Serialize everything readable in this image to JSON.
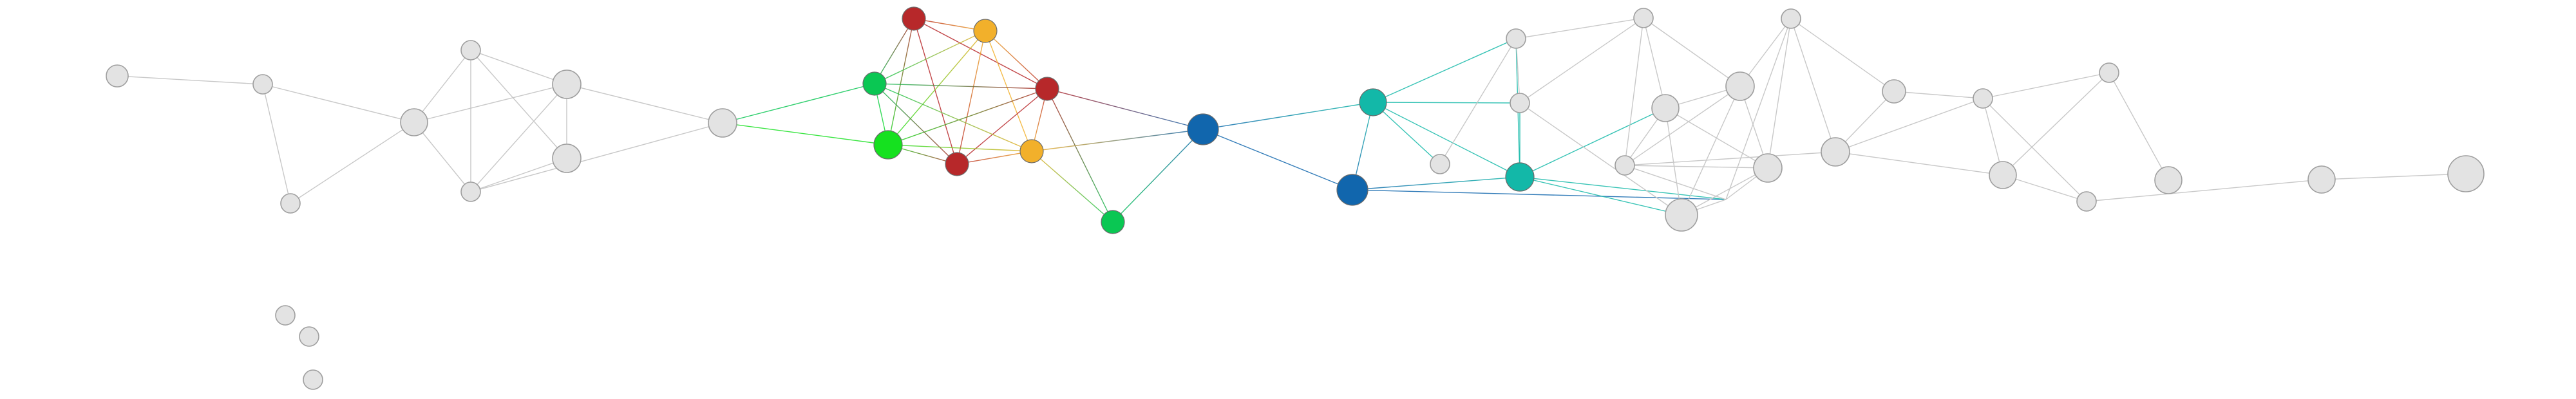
{
  "colors": {
    "default_node": "#e3e3e3",
    "default_edge": "#c8c8c8",
    "red": "#b7282a",
    "yellow": "#f2b02b",
    "green": "#0ac753",
    "bright_green": "#15e11f",
    "blue": "#1166ad",
    "teal": "#13b8a8"
  },
  "nodes": [
    {
      "id": "n1",
      "color": "default_node"
    },
    {
      "id": "n2",
      "color": "default_node"
    },
    {
      "id": "n3",
      "color": "default_node"
    },
    {
      "id": "n4",
      "color": "default_node"
    },
    {
      "id": "n5",
      "color": "default_node"
    },
    {
      "id": "n6",
      "color": "default_node"
    },
    {
      "id": "n7",
      "color": "default_node"
    },
    {
      "id": "n8",
      "color": "default_node"
    },
    {
      "id": "n9",
      "color": "default_node"
    },
    {
      "id": "r1",
      "color": "red"
    },
    {
      "id": "y1",
      "color": "yellow"
    },
    {
      "id": "g1",
      "color": "green"
    },
    {
      "id": "r2",
      "color": "red"
    },
    {
      "id": "bg1",
      "color": "bright_green"
    },
    {
      "id": "r3",
      "color": "red"
    },
    {
      "id": "y2",
      "color": "yellow"
    },
    {
      "id": "g2",
      "color": "green"
    },
    {
      "id": "b1",
      "color": "blue"
    },
    {
      "id": "b2",
      "color": "blue"
    },
    {
      "id": "t1",
      "color": "teal"
    },
    {
      "id": "t2",
      "color": "teal"
    },
    {
      "id": "m1",
      "color": "default_node"
    },
    {
      "id": "m2",
      "color": "default_node"
    },
    {
      "id": "m3",
      "color": "default_node"
    },
    {
      "id": "m4",
      "color": "default_node"
    },
    {
      "id": "m5",
      "color": "default_node"
    },
    {
      "id": "m6",
      "color": "default_node"
    },
    {
      "id": "m7",
      "color": "default_node"
    },
    {
      "id": "m8",
      "color": "default_node"
    },
    {
      "id": "m9",
      "color": "default_node"
    },
    {
      "id": "m10",
      "color": "default_node"
    },
    {
      "id": "m11",
      "color": "default_node"
    },
    {
      "id": "m12",
      "color": "default_node"
    },
    {
      "id": "m13",
      "color": "default_node"
    },
    {
      "id": "m14",
      "color": "default_node"
    },
    {
      "id": "m15",
      "color": "default_node"
    },
    {
      "id": "m16",
      "color": "default_node"
    },
    {
      "id": "m17",
      "color": "default_node"
    },
    {
      "id": "m18",
      "color": "default_node"
    },
    {
      "id": "m19",
      "color": "default_node"
    },
    {
      "id": "m20",
      "color": "default_node"
    },
    {
      "id": "iso1",
      "color": "default_node"
    },
    {
      "id": "iso2",
      "color": "default_node"
    },
    {
      "id": "iso3",
      "color": "default_node"
    }
  ],
  "edges": [
    [
      "n1",
      "n2"
    ],
    [
      "n2",
      "n3"
    ],
    [
      "n2",
      "n4"
    ],
    [
      "n4",
      "n3"
    ],
    [
      "n3",
      "n5"
    ],
    [
      "n3",
      "n6"
    ],
    [
      "n3",
      "n7"
    ],
    [
      "n5",
      "n6"
    ],
    [
      "n5",
      "n8"
    ],
    [
      "n5",
      "n7"
    ],
    [
      "n6",
      "n7"
    ],
    [
      "n6",
      "n8"
    ],
    [
      "n7",
      "n8"
    ],
    [
      "n6",
      "n9"
    ],
    [
      "n7",
      "n9"
    ],
    [
      "n9",
      "g1"
    ],
    [
      "n9",
      "bg1"
    ],
    [
      "r1",
      "y1"
    ],
    [
      "r1",
      "r2"
    ],
    [
      "r1",
      "bg1"
    ],
    [
      "r1",
      "r3"
    ],
    [
      "r1",
      "g1"
    ],
    [
      "y1",
      "r2"
    ],
    [
      "y1",
      "g1"
    ],
    [
      "y1",
      "bg1"
    ],
    [
      "y1",
      "r3"
    ],
    [
      "y1",
      "y2"
    ],
    [
      "r2",
      "g1"
    ],
    [
      "r2",
      "bg1"
    ],
    [
      "r2",
      "r3"
    ],
    [
      "r2",
      "y2"
    ],
    [
      "r2",
      "b1"
    ],
    [
      "r2",
      "g2"
    ],
    [
      "g1",
      "bg1"
    ],
    [
      "g1",
      "r3"
    ],
    [
      "g1",
      "y2"
    ],
    [
      "bg1",
      "r3"
    ],
    [
      "bg1",
      "y2"
    ],
    [
      "r3",
      "y2"
    ],
    [
      "y2",
      "g2"
    ],
    [
      "y2",
      "b1"
    ],
    [
      "g2",
      "b1"
    ],
    [
      "b1",
      "t1"
    ],
    [
      "b1",
      "b2"
    ],
    [
      "b2",
      "t1"
    ],
    [
      "b2",
      "t2"
    ],
    [
      "b2",
      "m16"
    ],
    [
      "t1",
      "t2"
    ],
    [
      "t1",
      "m1"
    ],
    [
      "t1",
      "m2"
    ],
    [
      "t1",
      "m3"
    ],
    [
      "t2",
      "m1"
    ],
    [
      "t2",
      "m2"
    ],
    [
      "t2",
      "m6"
    ],
    [
      "t2",
      "m5"
    ],
    [
      "t2",
      "m16"
    ],
    [
      "m1",
      "m2"
    ],
    [
      "m1",
      "m3"
    ],
    [
      "m1",
      "m4"
    ],
    [
      "m2",
      "m4"
    ],
    [
      "m2",
      "m5"
    ],
    [
      "m4",
      "m6"
    ],
    [
      "m4",
      "m7"
    ],
    [
      "m6",
      "m7"
    ],
    [
      "m6",
      "m8"
    ],
    [
      "m6",
      "m9"
    ],
    [
      "m6",
      "m5"
    ],
    [
      "m4",
      "m8"
    ],
    [
      "m8",
      "m7"
    ],
    [
      "m8",
      "m9"
    ],
    [
      "m7",
      "m9"
    ],
    [
      "m7",
      "m10"
    ],
    [
      "m7",
      "m5"
    ],
    [
      "m9",
      "m10"
    ],
    [
      "m9",
      "m16"
    ],
    [
      "m9",
      "m5"
    ],
    [
      "m10",
      "m11"
    ],
    [
      "m10",
      "m12"
    ],
    [
      "m8",
      "m12"
    ],
    [
      "m11",
      "m12"
    ],
    [
      "m11",
      "m13"
    ],
    [
      "m12",
      "m13"
    ],
    [
      "m12",
      "m14"
    ],
    [
      "m13",
      "m14"
    ],
    [
      "m13",
      "m15"
    ],
    [
      "m13",
      "m17"
    ],
    [
      "m14",
      "m15"
    ],
    [
      "m14",
      "m17"
    ],
    [
      "m15",
      "m18"
    ],
    [
      "m17",
      "m19"
    ],
    [
      "m19",
      "m20"
    ],
    [
      "m16",
      "m5"
    ],
    [
      "m16",
      "m10"
    ],
    [
      "m8",
      "m16"
    ]
  ]
}
